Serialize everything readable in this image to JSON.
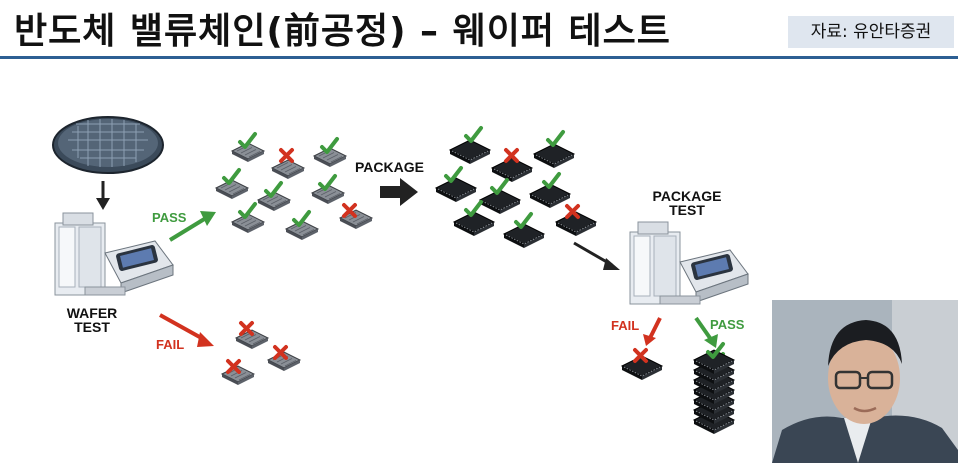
{
  "header": {
    "title": "반도체 밸류체인(前공정) – 웨이퍼 테스트",
    "source": "자료: 유안타증권"
  },
  "diagram": {
    "wafer_test_label_line1": "WAFER",
    "wafer_test_label_line2": "TEST",
    "pass_label": "PASS",
    "fail_label": "FAIL",
    "package_label": "PACKAGE",
    "package_test_line1": "PACKAGE",
    "package_test_line2": "TEST",
    "package_fail_label": "FAIL",
    "package_pass_label": "PASS"
  },
  "colors": {
    "pass": "#3f9b3f",
    "fail": "#d2321f",
    "rule": "#2d5f93",
    "source_bg": "#dfe6ef"
  }
}
